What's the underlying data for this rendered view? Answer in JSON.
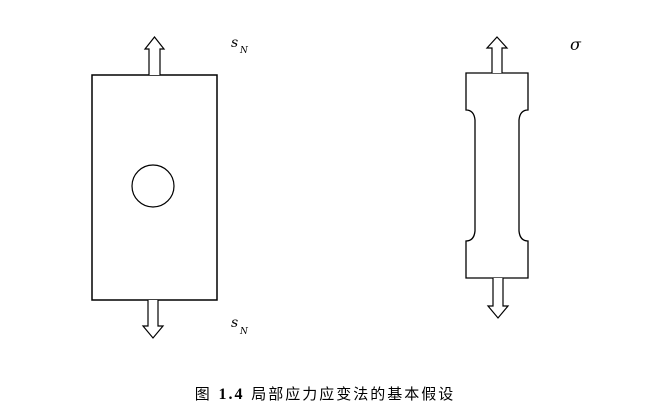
{
  "figure": {
    "caption_prefix": "图",
    "caption_number": "1.4",
    "caption_text": "局部应力应变法的基本假设"
  },
  "left_panel": {
    "label_top": "s",
    "label_top_sub": "N",
    "label_bottom": "s",
    "label_bottom_sub": "N"
  },
  "right_panel": {
    "label": "σ"
  }
}
